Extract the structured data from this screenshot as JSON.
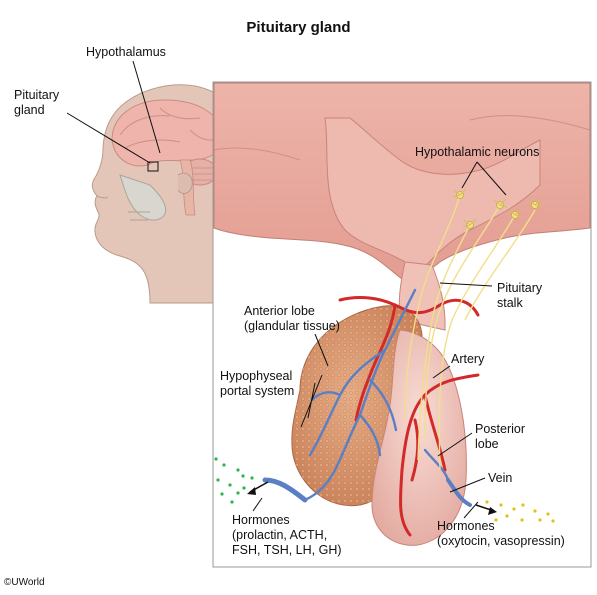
{
  "title": "Pituitary gland",
  "labels": {
    "hypothalamus": "Hypothalamus",
    "pituitary_gland": [
      "Pituitary",
      "gland"
    ],
    "hypothalamic_neurons": "Hypothalamic neurons",
    "pituitary_stalk": [
      "Pituitary",
      "stalk"
    ],
    "anterior_lobe": [
      "Anterior lobe",
      "(glandular tissue)"
    ],
    "hypophyseal_portal_system": [
      "Hypophyseal",
      "portal system"
    ],
    "artery": "Artery",
    "posterior_lobe": [
      "Posterior",
      "lobe"
    ],
    "vein": "Vein",
    "hormones_anterior": [
      "Hormones",
      "(prolactin, ACTH,",
      "FSH, TSH, LH, GH)"
    ],
    "hormones_posterior": [
      "Hormones",
      "(oxytocin, vasopressin)"
    ]
  },
  "copyright": "©UWorld",
  "colors": {
    "tissue_pink": "#e9a79c",
    "tissue_dark": "#c97a70",
    "anterior_lobe": "#d9936a",
    "posterior_lobe": "#f2c9c0",
    "artery_red": "#d22a2a",
    "vein_blue": "#5b7fc4",
    "neuron_yellow": "#f1df8a",
    "hormone_green": "#2fb34a",
    "hormone_yellow": "#e0c21c"
  }
}
